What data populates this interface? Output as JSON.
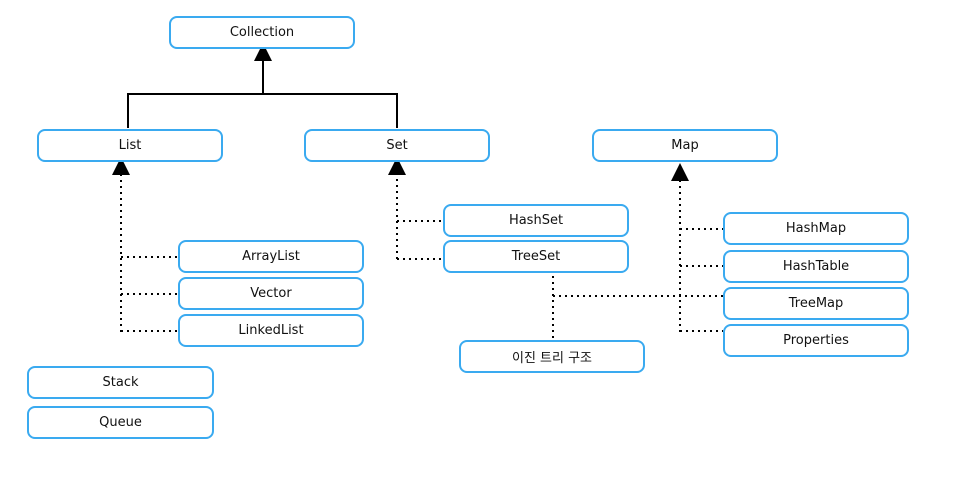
{
  "nodes": {
    "collection": "Collection",
    "list": "List",
    "set": "Set",
    "map": "Map",
    "arraylist": "ArrayList",
    "vector": "Vector",
    "linkedlist": "LinkedList",
    "stack": "Stack",
    "queue": "Queue",
    "hashset": "HashSet",
    "treeset": "TreeSet",
    "binary_tree": "이진 트리 구조",
    "hashmap": "HashMap",
    "hashtable": "HashTable",
    "treemap": "TreeMap",
    "properties": "Properties"
  },
  "colors": {
    "node_border": "#3aaaf0",
    "line": "#000000"
  }
}
